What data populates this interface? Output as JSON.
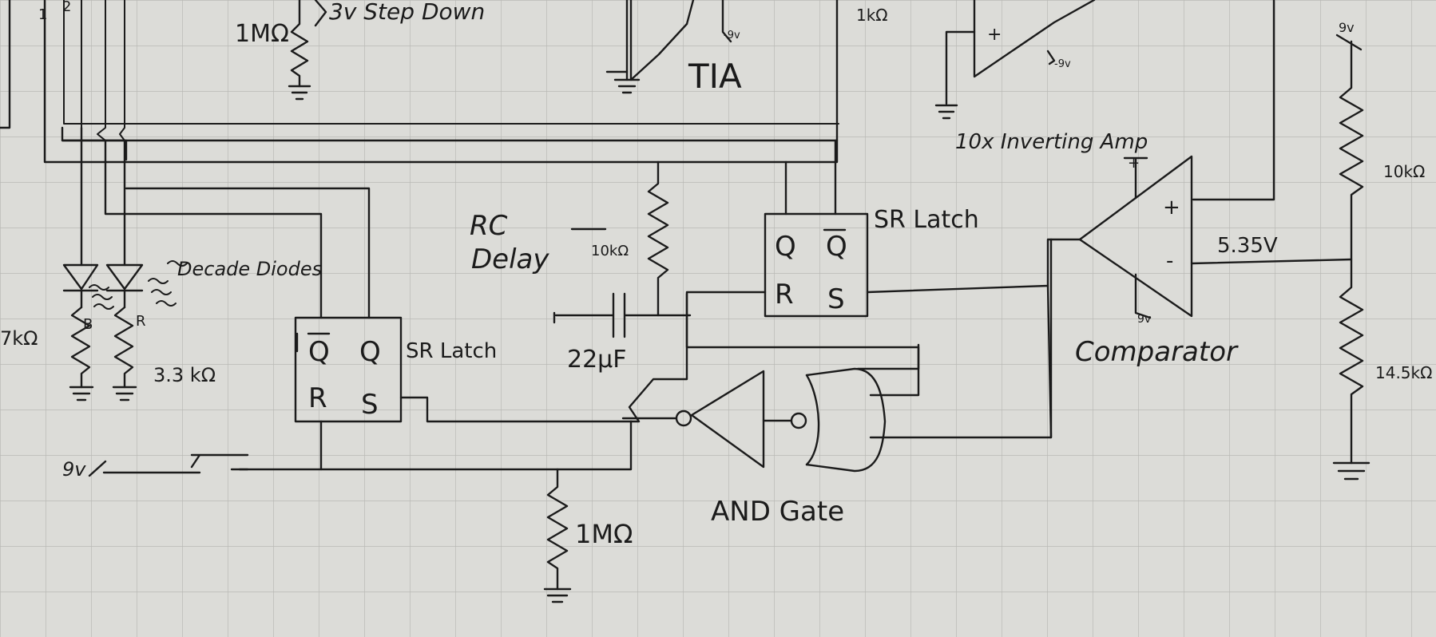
{
  "labels": {
    "step_down_resistor": "1MΩ",
    "step_down": "3v Step Down",
    "tia": "TIA",
    "tia_rail": "-9v",
    "tia_resistor": "1kΩ",
    "amp_rail": "-9v",
    "inverting_amp": "10x Inverting Amp",
    "decade_diodes": "Decade Diodes",
    "diode_a_resistor": "7kΩ",
    "diode_a_tag": "B",
    "diode_b_tag": "R",
    "diode_b_resistor": "3.3 kΩ",
    "pin_1": "1",
    "pin_2": "2",
    "rc": "RC",
    "delay": "Delay",
    "rc_resistor": "10kΩ",
    "capacitor": "22µF",
    "latch1_qbar": "Q",
    "latch1_q": "Q",
    "latch1_r": "R",
    "latch1_s": "S",
    "latch1_title": "SR Latch",
    "latch2_q": "Q",
    "latch2_qbar": "Q",
    "latch2_r": "R",
    "latch2_s": "S",
    "latch2_title": "SR Latch",
    "and_gate": "AND Gate",
    "bottom_resistor": "1MΩ",
    "supply": "9v",
    "comparator": "Comparator",
    "comp_plus": "+",
    "comp_minus": "-",
    "comp_rail_top": "+",
    "comp_rail_bottom": "9v",
    "node_voltage": "5.35V",
    "divider_top_supply": "9v",
    "divider_r1": "10kΩ",
    "divider_r2": "14.5kΩ",
    "amp_plus": "+"
  }
}
